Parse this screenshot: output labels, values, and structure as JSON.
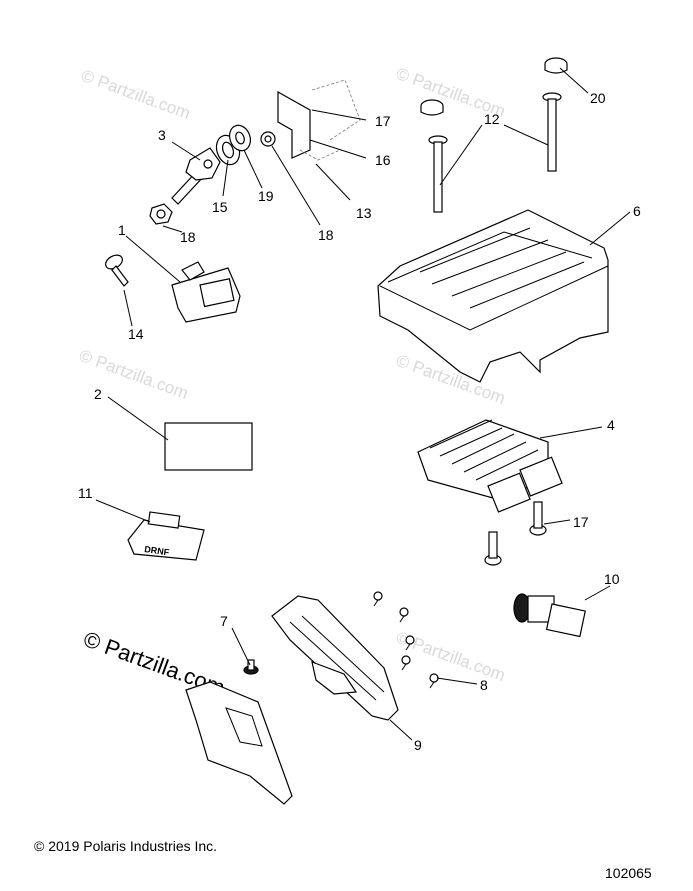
{
  "callouts": {
    "c1": "1",
    "c2": "2",
    "c3": "3",
    "c4": "4",
    "c6": "6",
    "c7": "7",
    "c8": "8",
    "c9": "9",
    "c10": "10",
    "c11": "11",
    "c12": "12",
    "c13": "13",
    "c14": "14",
    "c15": "15",
    "c16": "16",
    "c17a": "17",
    "c17b": "17",
    "c18a": "18",
    "c18b": "18",
    "c19": "19",
    "c20": "20"
  },
  "watermark": {
    "small": "© Partzilla.com",
    "large": "© Partzilla.com"
  },
  "part_labels": {
    "selector_switch": "DRNF"
  },
  "footer": {
    "copyright": "© 2019 Polaris Industries Inc.",
    "diagram_code": "102065"
  }
}
